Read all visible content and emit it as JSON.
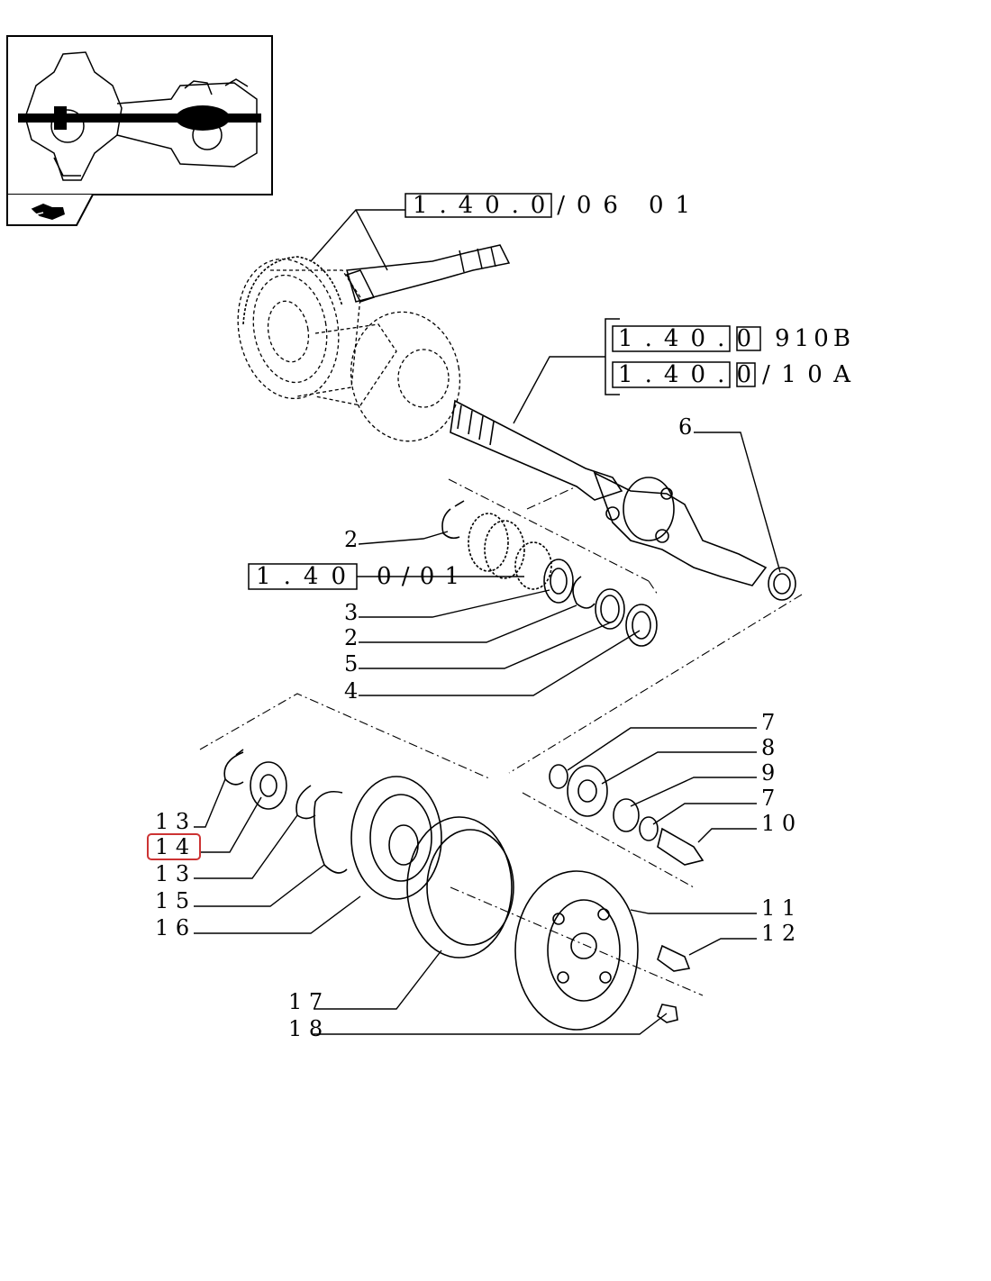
{
  "thumbnail": {
    "nav_icon": "next-page-arrow-icon"
  },
  "refs": {
    "r1": "1.40.0/06 01",
    "r2a": "1.40.0",
    "r2b": "9 1 0 B",
    "r3a": "1.40.0",
    "r3b": "/ 1 0 A",
    "r4a": "1 . 4 0",
    "r4b": "0 / 0 1"
  },
  "callouts": {
    "c2a": "2",
    "c3": "3",
    "c2b": "2",
    "c5": "5",
    "c4": "4",
    "c6": "6",
    "c7a": "7",
    "c8": "8",
    "c9": "9",
    "c7b": "7",
    "c10": "1 0",
    "c11": "1 1",
    "c12": "1 2",
    "c13a": "1 3",
    "c14": "1 4",
    "c13b": "1 3",
    "c15": "1 5",
    "c16": "1 6",
    "c17": "1 7",
    "c18": "1 8"
  },
  "highlight": {
    "part": "1 4",
    "color": "#cc3333"
  }
}
